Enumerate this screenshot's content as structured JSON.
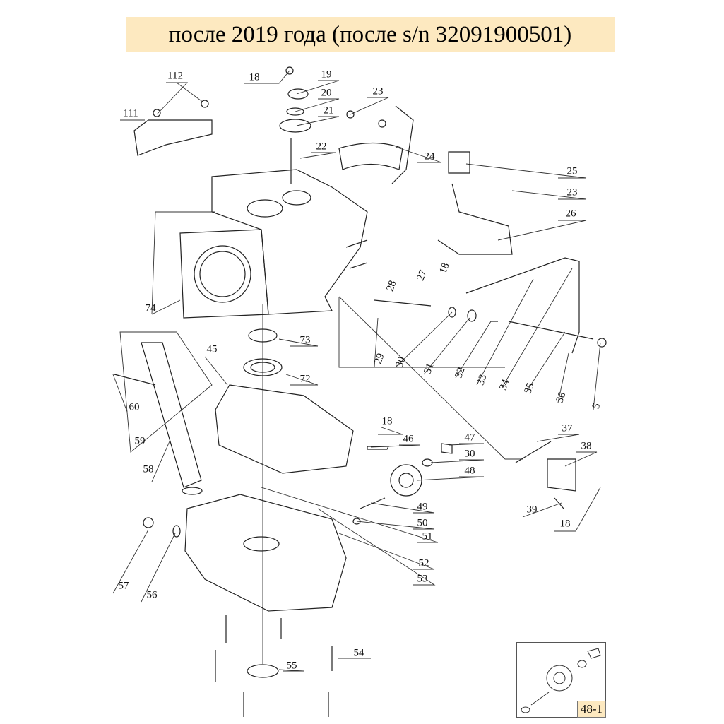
{
  "title": "после 2019 года (после s/n 32091900501)",
  "labels": [
    "112",
    "111",
    "18",
    "19",
    "20",
    "21",
    "22",
    "23",
    "24",
    "25",
    "23",
    "26",
    "27",
    "18",
    "28",
    "74",
    "73",
    "72",
    "45",
    "60",
    "59",
    "58",
    "29",
    "30",
    "31",
    "32",
    "33",
    "34",
    "35",
    "36",
    "5",
    "18",
    "46",
    "47",
    "30",
    "48",
    "37",
    "38",
    "39",
    "18",
    "49",
    "50",
    "51",
    "52",
    "53",
    "57",
    "56",
    "54",
    "55"
  ],
  "inset": {
    "label": "48-1"
  }
}
